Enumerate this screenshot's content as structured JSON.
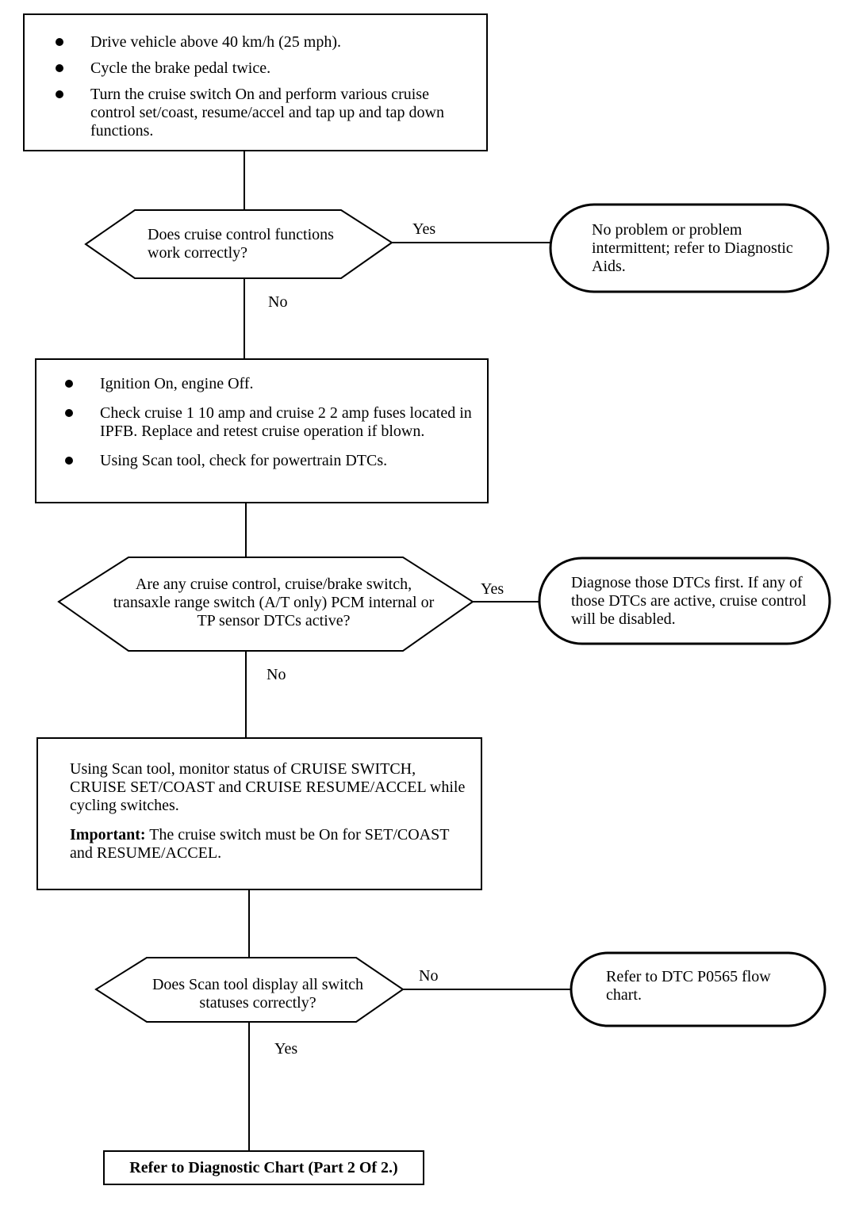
{
  "step1": {
    "bullets": [
      "Drive vehicle above 40 km/h (25 mph).",
      "Cycle the brake pedal twice.",
      "Turn the cruise switch On and perform various cruise control set/coast, resume/accel and tap up and tap down functions."
    ]
  },
  "decision1": {
    "question": "Does cruise control functions work correctly?",
    "yes_label": "Yes",
    "no_label": "No",
    "yes_result": "No problem or problem intermittent; refer to Diagnostic Aids."
  },
  "step2": {
    "bullets": [
      "Ignition On, engine Off.",
      "Check cruise 1 10 amp and cruise 2 2 amp fuses located in IPFB. Replace and retest cruise operation if blown.",
      "Using Scan tool, check for powertrain DTCs."
    ]
  },
  "decision2": {
    "question": "Are any cruise control, cruise/brake switch, transaxle range switch (A/T only) PCM internal or TP sensor DTCs active?",
    "yes_label": "Yes",
    "no_label": "No",
    "yes_result": "Diagnose those DTCs first. If any of those DTCs are active, cruise control will be disabled."
  },
  "step3": {
    "text": "Using Scan tool, monitor status of CRUISE SWITCH, CRUISE SET/COAST and CRUISE RESUME/ACCEL while cycling switches.",
    "important_label": "Important:",
    "important_text": "The cruise switch must be On for SET/COAST and RESUME/ACCEL."
  },
  "decision3": {
    "question": "Does Scan tool display all switch statuses correctly?",
    "no_label": "No",
    "yes_label": "Yes",
    "no_result": "Refer to DTC P0565 flow chart."
  },
  "final": {
    "text": "Refer to Diagnostic Chart (Part 2 Of 2.)"
  }
}
